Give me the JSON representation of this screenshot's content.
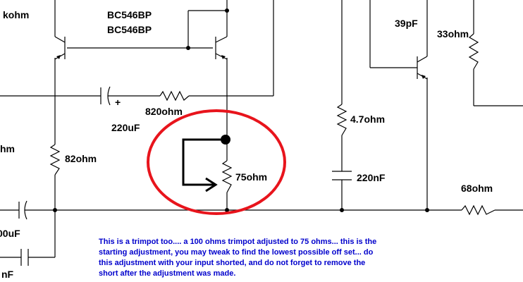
{
  "labels": {
    "kohm": "kohm",
    "transistor_a": "BC546BP",
    "transistor_b": "BC546BP",
    "ohm_left": "hm",
    "r_82": "82ohm",
    "c_220uf": "220uF",
    "r_820": "820ohm",
    "r_75": "75ohm",
    "r_47": "4.7ohm",
    "c_220nf": "220nF",
    "c_39pf": "39pF",
    "r_33": "33ohm",
    "r_68": "68ohm",
    "c_00uf": "00uF",
    "nf_fragment": "nF",
    "plus_sign": "+"
  },
  "note": {
    "line1": "This is a trimpot too....  a 100 ohms trimpot adjusted to 75 ohms... this is the",
    "line2": "starting adjustment, you may tweak to find the lowest possible off set... do",
    "line3": "this adjustment with your input shorted, and do not forget to remove the",
    "line4": "short after the adjustment was made."
  },
  "colors": {
    "annotation_circle": "#e8141c",
    "note_text": "#0000cc",
    "wire": "#000000"
  }
}
